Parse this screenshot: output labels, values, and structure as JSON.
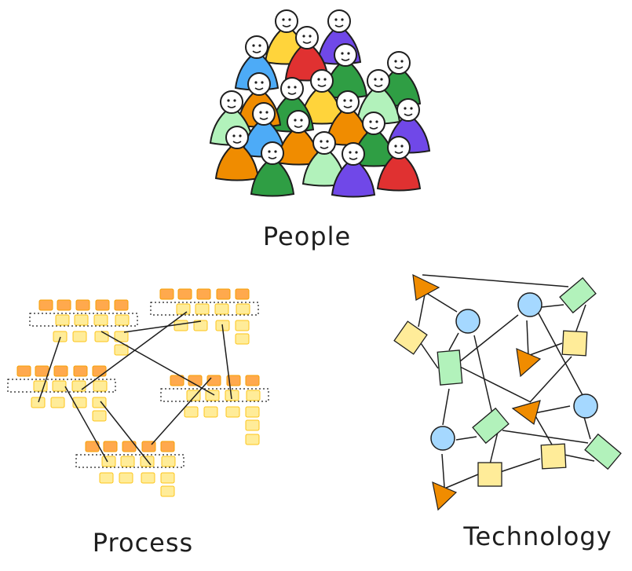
{
  "labels": {
    "people": "People",
    "process": "Process",
    "technology": "Technology"
  },
  "colors": {
    "stroke": "#1e1e1e",
    "orange": "#f08c00",
    "yellow": "#ffd43b",
    "red": "#e03131",
    "blue": "#4dabf7",
    "purple": "#7048e8",
    "green": "#2f9e44",
    "light_green": "#b2f2bb",
    "process_orange": "#ffa94d",
    "process_yellow": "#ffec99",
    "tech_blue": "#a5d8ff",
    "tech_green": "#b2f2bb",
    "tech_yellow": "#ffec99",
    "tech_orange": "#f08c00"
  }
}
